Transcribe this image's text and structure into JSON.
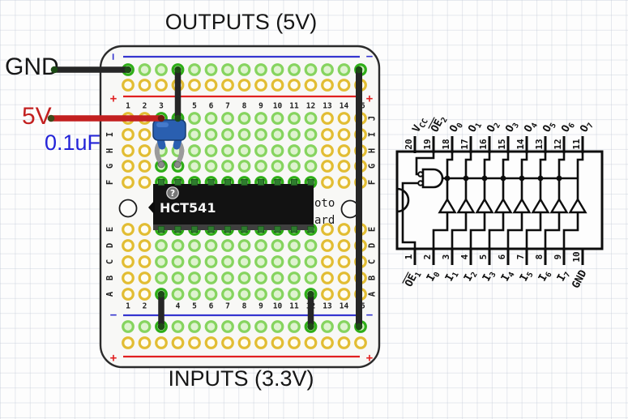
{
  "title_top": "OUTPUTS (5V)",
  "title_bottom": "INPUTS (3.3V)",
  "labels": {
    "gnd": "GND",
    "v5": "5V",
    "cap_value": "0.1uF"
  },
  "breadboard": {
    "column_numbers": [
      "1",
      "2",
      "3",
      "4",
      "5",
      "6",
      "7",
      "8",
      "9",
      "10",
      "11",
      "12",
      "13",
      "14",
      "15"
    ],
    "row_letters": [
      "J",
      "I",
      "H",
      "G",
      "F",
      "E",
      "D",
      "C",
      "B",
      "A"
    ],
    "rail_minus": "−",
    "rail_plus": "+",
    "silkscreen": [
      "oto",
      "ard"
    ],
    "ic": {
      "label": "HCT541",
      "badge": "?"
    }
  },
  "pinout": {
    "top_pins": [
      {
        "num": "20",
        "name": "V",
        "sub": "CC"
      },
      {
        "num": "19",
        "name": "O̅E̅",
        "sub": "2"
      },
      {
        "num": "18",
        "name": "O",
        "sub": "0"
      },
      {
        "num": "17",
        "name": "O",
        "sub": "1"
      },
      {
        "num": "16",
        "name": "O",
        "sub": "2"
      },
      {
        "num": "15",
        "name": "O",
        "sub": "3"
      },
      {
        "num": "14",
        "name": "O",
        "sub": "4"
      },
      {
        "num": "13",
        "name": "O",
        "sub": "5"
      },
      {
        "num": "12",
        "name": "O",
        "sub": "6"
      },
      {
        "num": "11",
        "name": "O",
        "sub": "7"
      }
    ],
    "bottom_pins": [
      {
        "num": "1",
        "name": "O̅E̅",
        "sub": "1"
      },
      {
        "num": "2",
        "name": "I",
        "sub": "0"
      },
      {
        "num": "3",
        "name": "I",
        "sub": "1"
      },
      {
        "num": "4",
        "name": "I",
        "sub": "2"
      },
      {
        "num": "5",
        "name": "I",
        "sub": "3"
      },
      {
        "num": "6",
        "name": "I",
        "sub": "4"
      },
      {
        "num": "7",
        "name": "I",
        "sub": "5"
      },
      {
        "num": "8",
        "name": "I",
        "sub": "6"
      },
      {
        "num": "9",
        "name": "I",
        "sub": "7"
      },
      {
        "num": "10",
        "name": "GND",
        "sub": ""
      }
    ]
  },
  "colors": {
    "rail_blue": "#3535cf",
    "rail_red": "#e02020",
    "wire_black": "#262626",
    "wire_red": "#c32020",
    "wire_end_green": "#1c4a15",
    "wire_end_red": "#6e1b10",
    "hole_yellow_ring": "#e2bd33",
    "hole_yellow_fill": "#fffdf2",
    "hole_green_ring": "#86d45f",
    "hole_green_fill": "#def3cf",
    "hole_bright_ring": "#2eae17",
    "hole_bright_fill": "#d2f0c0",
    "ic_body": "#121212",
    "cap_body": "#2a5fb0",
    "cap_leg": "#9b9b9b"
  }
}
